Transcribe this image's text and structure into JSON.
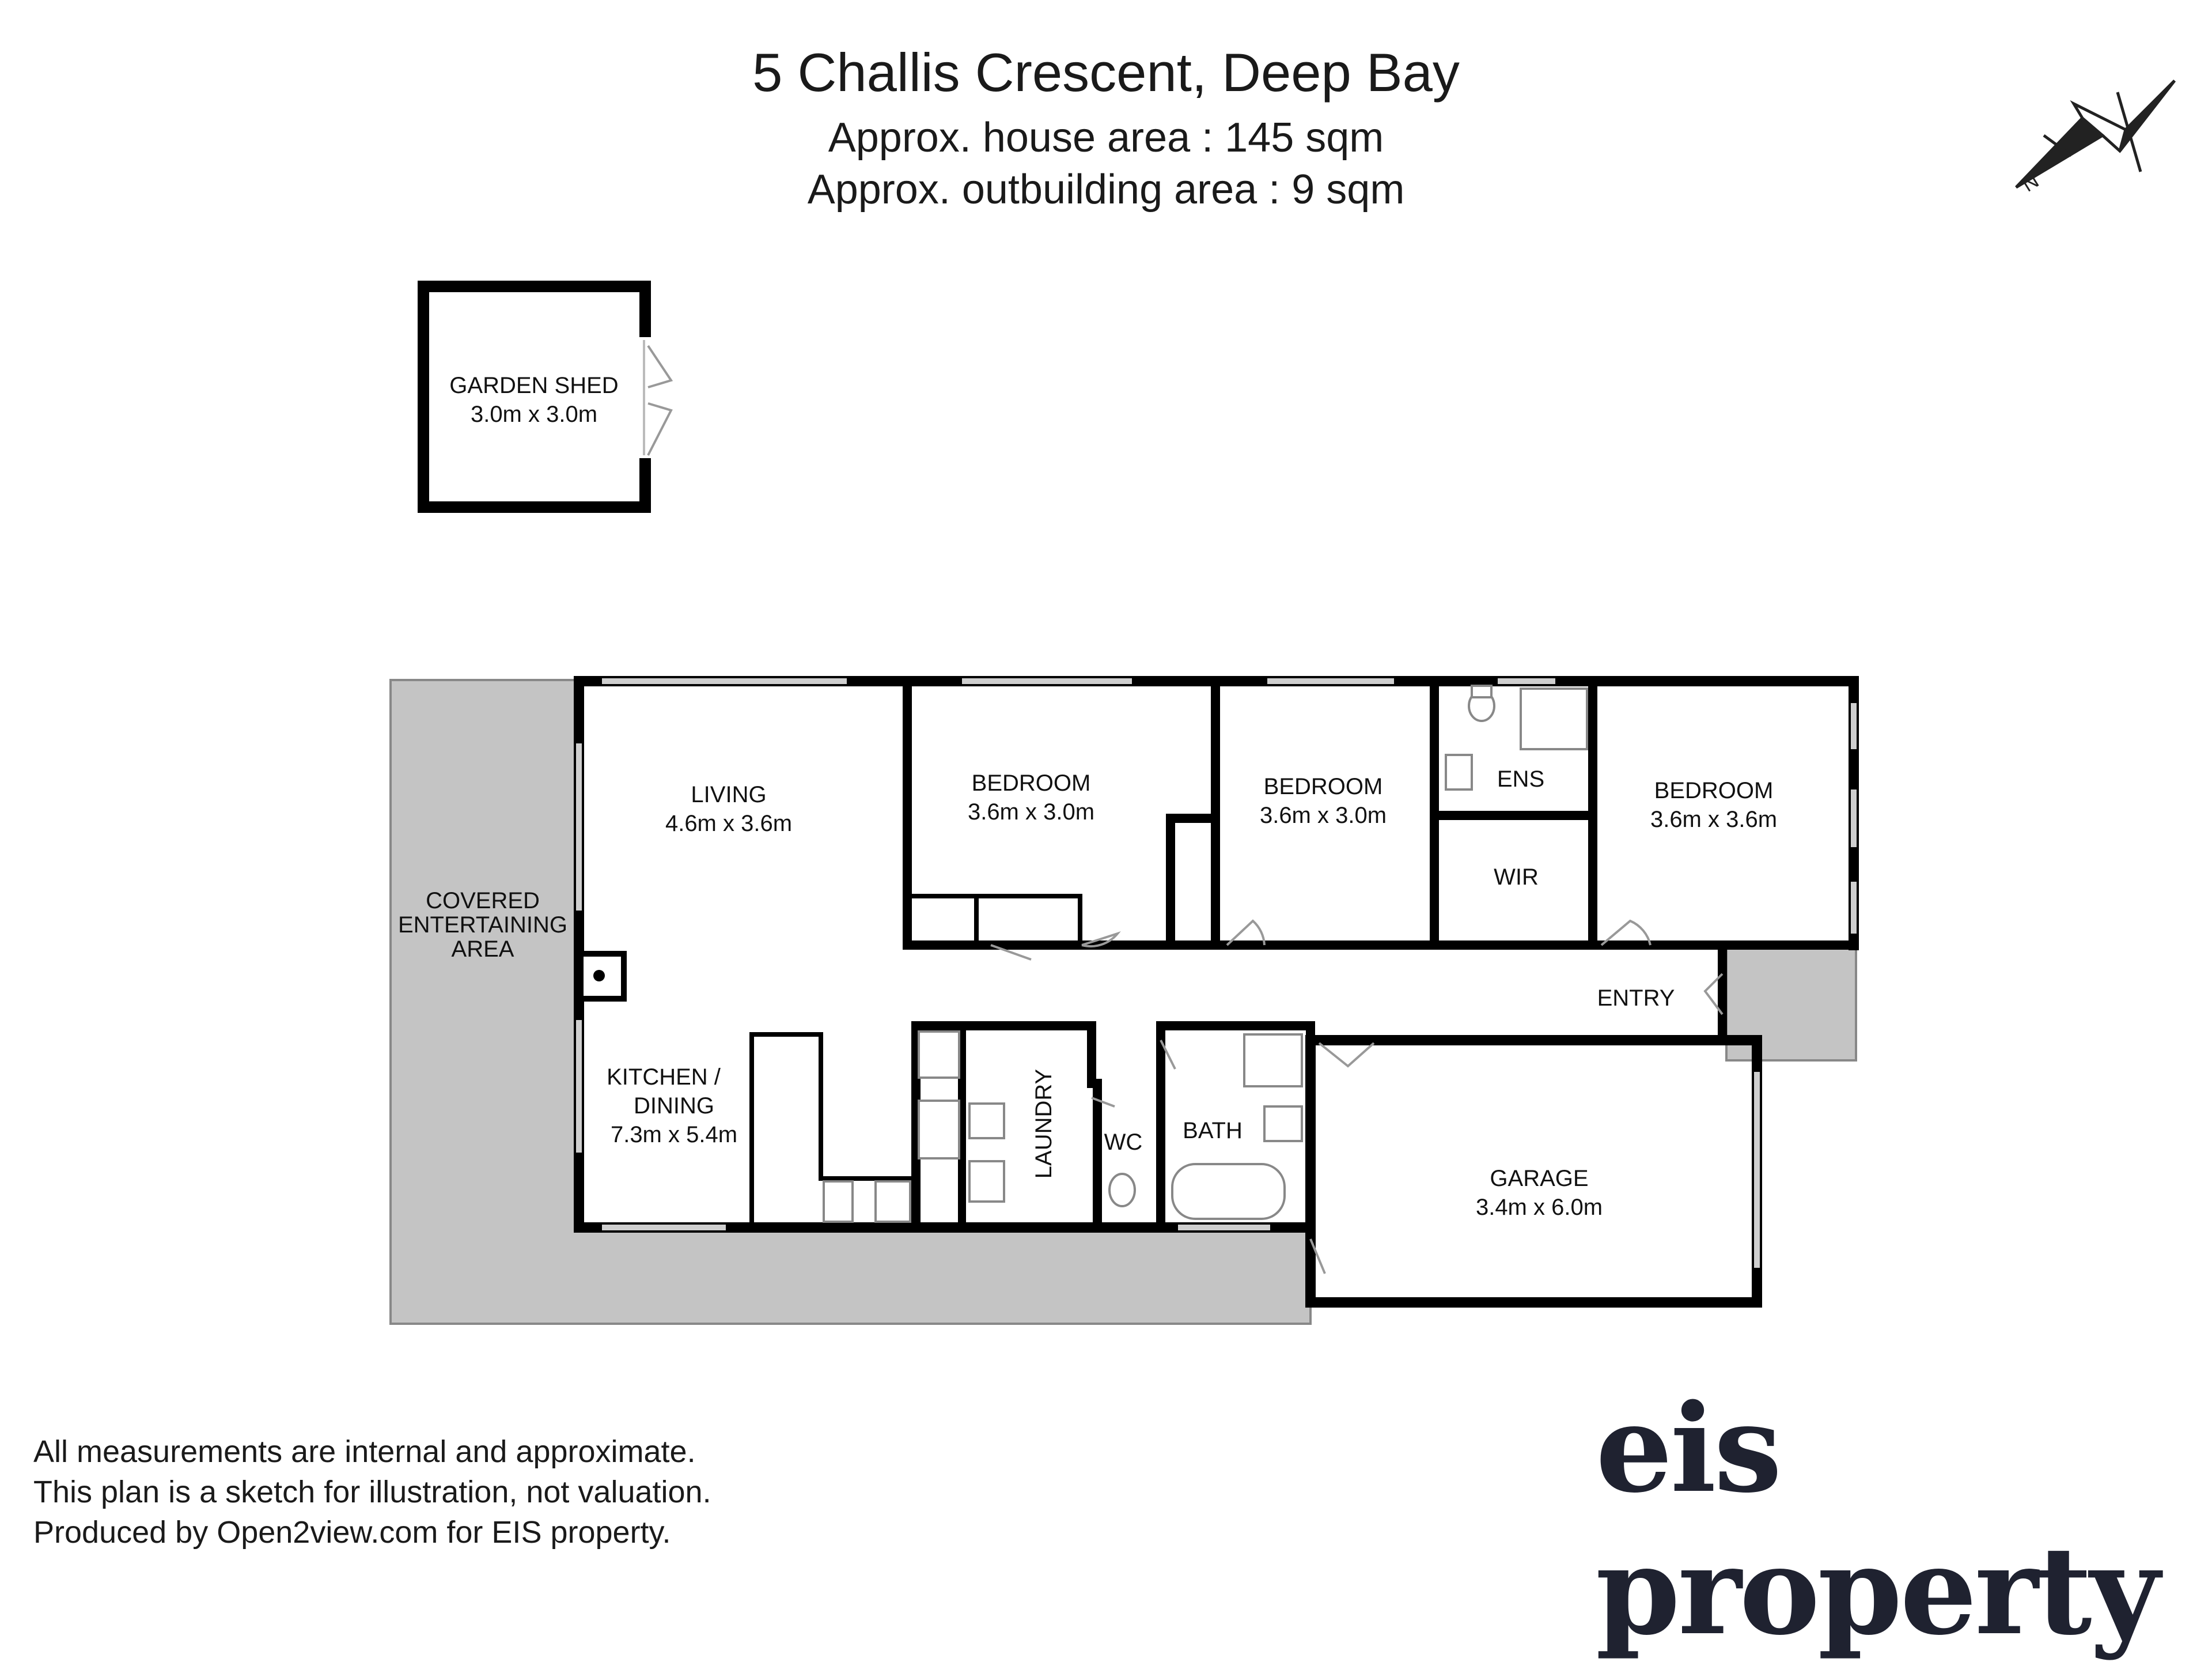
{
  "header": {
    "title": "5 Challis Crescent, Deep Bay",
    "house_area": "Approx. house area : 145 sqm",
    "outbuilding_area": "Approx. outbuilding area : 9 sqm"
  },
  "compass": {
    "label": "N"
  },
  "rooms": {
    "garden_shed": {
      "name": "GARDEN SHED",
      "size": "3.0m x 3.0m"
    },
    "covered_area": {
      "line1": "COVERED",
      "line2": "ENTERTAINING",
      "line3": "AREA"
    },
    "living": {
      "name": "LIVING",
      "size": "4.6m x 3.6m"
    },
    "bedroom1": {
      "name": "BEDROOM",
      "size": "3.6m x 3.0m"
    },
    "bedroom2": {
      "name": "BEDROOM",
      "size": "3.6m x 3.0m"
    },
    "bedroom3": {
      "name": "BEDROOM",
      "size": "3.6m x 3.6m"
    },
    "ens": {
      "name": "ENS"
    },
    "wir": {
      "name": "WIR"
    },
    "entry": {
      "name": "ENTRY"
    },
    "kitchen": {
      "line1": "KITCHEN /",
      "line2": "DINING",
      "size": "7.3m x 5.4m"
    },
    "laundry": {
      "name": "LAUNDRY"
    },
    "wc": {
      "name": "WC"
    },
    "bath": {
      "name": "BATH"
    },
    "garage": {
      "name": "GARAGE",
      "size": "3.4m x 6.0m"
    }
  },
  "disclaimer": {
    "line1": "All measurements are internal and approximate.",
    "line2": "This plan is a sketch for illustration, not valuation.",
    "line3": "Produced by Open2view.com for EIS property."
  },
  "brand": {
    "name": "eis property",
    "dot_color": "#c8a36a"
  }
}
